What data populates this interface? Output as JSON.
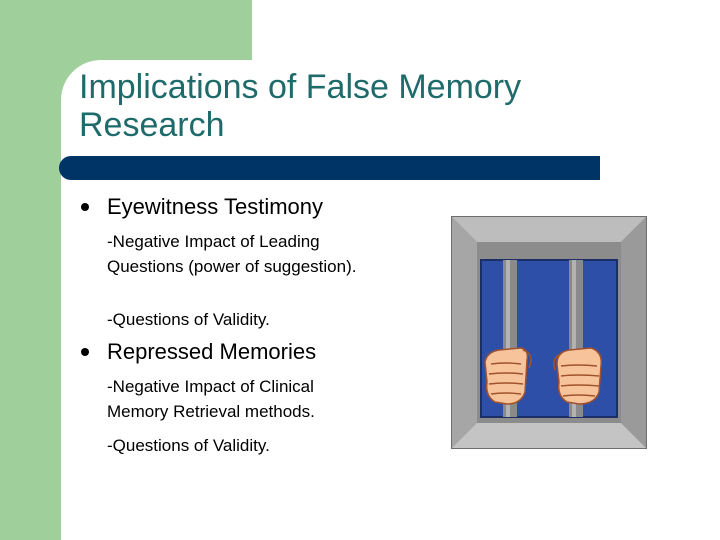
{
  "slide": {
    "title": "Implications of False Memory Research",
    "bullets": [
      {
        "label": "Eyewitness Testimony",
        "subpoints": [
          "-Negative Impact of Leading Questions (power of suggestion).",
          "-Questions of Validity."
        ]
      },
      {
        "label": "Repressed Memories",
        "subpoints": [
          "-Negative Impact of Clinical Memory Retrieval methods.",
          "-Questions of Validity."
        ]
      }
    ],
    "image_icon": "prison-bars-hands-icon"
  },
  "colors": {
    "accent_green": "#9fcf9a",
    "title_teal": "#1f6b6b",
    "rule_navy": "#003366",
    "bars_blue": "#2e4fa8"
  }
}
